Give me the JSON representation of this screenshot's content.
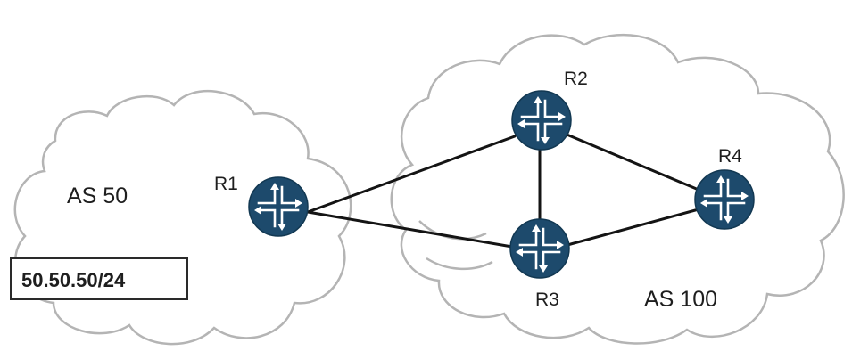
{
  "autonomous_systems": [
    {
      "id": "as50",
      "label": "AS 50"
    },
    {
      "id": "as100",
      "label": "AS 100"
    }
  ],
  "prefix": {
    "label": "50.50.50/24"
  },
  "routers": [
    {
      "id": "r1",
      "label": "R1"
    },
    {
      "id": "r2",
      "label": "R2"
    },
    {
      "id": "r3",
      "label": "R3"
    },
    {
      "id": "r4",
      "label": "R4"
    }
  ],
  "links": [
    {
      "from": "R1",
      "to": "R2"
    },
    {
      "from": "R1",
      "to": "R3"
    },
    {
      "from": "R2",
      "to": "R3"
    },
    {
      "from": "R2",
      "to": "R4"
    },
    {
      "from": "R3",
      "to": "R4"
    }
  ],
  "colors": {
    "router": "#1d4a6c",
    "cloud_outline": "#b4b4b4",
    "link": "#141414"
  },
  "icons": {
    "router": "router-icon"
  }
}
